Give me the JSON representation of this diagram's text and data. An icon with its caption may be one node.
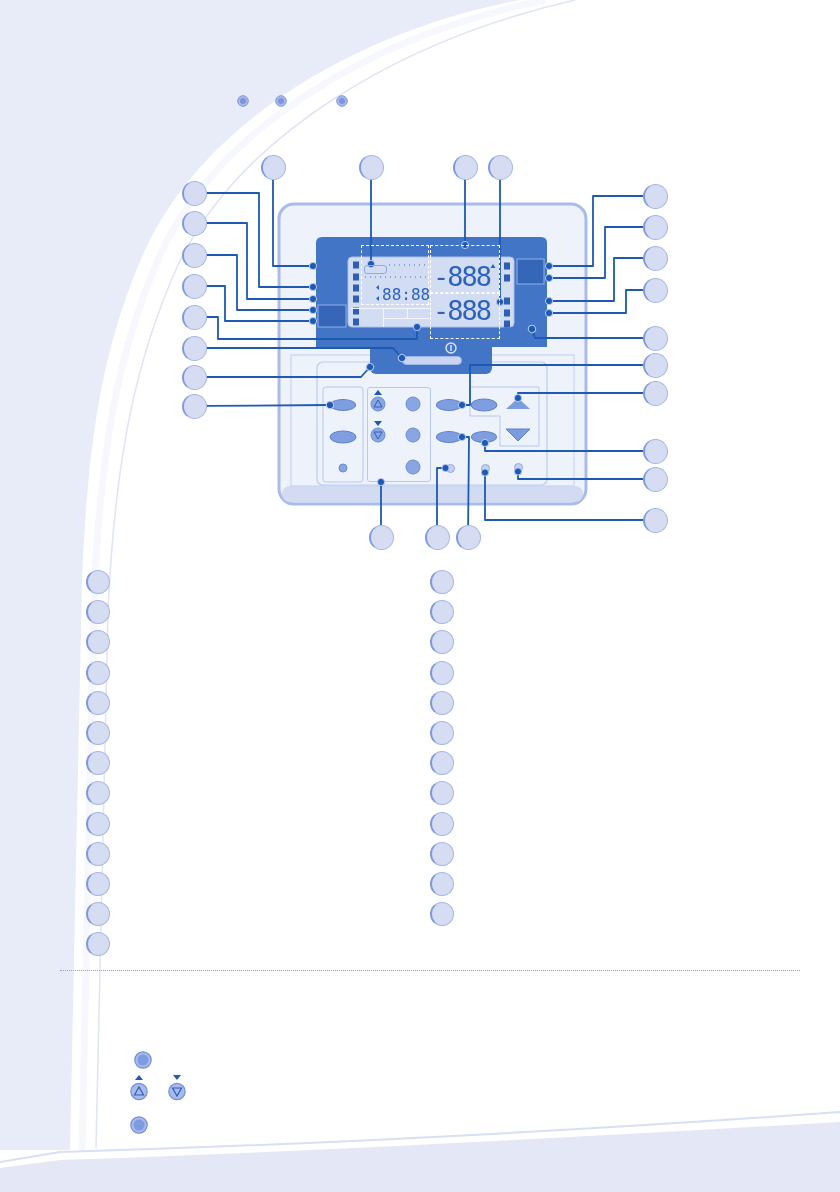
{
  "diagram": {
    "nodes": [
      {
        "text": [],
        "shape": "circle"
      },
      {
        "text": [],
        "shape": "circle"
      },
      {
        "text": [],
        "shape": "circle"
      },
      {
        "text": [],
        "shape": "circle"
      },
      {
        "text": [],
        "shape": "circle"
      },
      {
        "text": [],
        "shape": "circle"
      },
      {
        "text": [],
        "shape": "circle"
      },
      {
        "text": [],
        "shape": "circle"
      },
      {
        "text": [],
        "shape": "circle"
      },
      {
        "text": [],
        "shape": "circle"
      },
      {
        "text": [],
        "shape": "circle"
      },
      {
        "text": [],
        "shape": "circle"
      },
      {
        "text": [],
        "shape": "circle"
      },
      {
        "text": [],
        "shape": "circle"
      },
      {
        "text": [],
        "shape": "circle"
      },
      {
        "text": [],
        "shape": "circle"
      },
      {
        "text": [],
        "shape": "circle"
      },
      {
        "text": [],
        "shape": "circle"
      },
      {
        "text": [],
        "shape": "circle"
      },
      {
        "text": [],
        "shape": "circle"
      },
      {
        "text": [],
        "shape": "circle"
      },
      {
        "text": [],
        "shape": "circle"
      },
      {
        "text": [],
        "shape": "circle"
      },
      {
        "text": [],
        "shape": "circle"
      },
      {
        "text": [],
        "shape": "circle"
      },
      {
        "text": [
          "88:88"
        ]
      },
      {
        "text": [],
        "shape": "box",
        "in": 25
      },
      {
        "text": [
          "-888"
        ]
      },
      {
        "text": [
          "-888"
        ]
      },
      {
        "text": [],
        "shape": "box"
      },
      {
        "text": [],
        "shape": "box"
      },
      {
        "text": [],
        "shape": "bar",
        "in": 30
      },
      {
        "text": [],
        "shape": "box"
      },
      {
        "text": [],
        "shape": "oval"
      },
      {
        "text": [],
        "shape": "oval"
      },
      {
        "text": [],
        "shape": "oval"
      },
      {
        "text": [],
        "shape": "oval"
      },
      {
        "text": [],
        "shape": "triangle"
      },
      {
        "text": [],
        "shape": "circle"
      },
      {
        "text": [],
        "shape": "circle"
      },
      {
        "text": [],
        "shape": "circle"
      },
      {
        "text": [],
        "shape": "circle"
      },
      {
        "text": [],
        "shape": "circle"
      },
      {
        "text": [],
        "shape": "circle"
      },
      {
        "text": [],
        "shape": "circle"
      },
      {
        "text": [],
        "shape": "circle"
      },
      {
        "text": [],
        "shape": "circle"
      },
      {
        "text": [],
        "shape": "circle"
      },
      {
        "text": [],
        "shape": "circle"
      },
      {
        "text": [],
        "shape": "circle"
      },
      {
        "text": [],
        "shape": "circle"
      },
      {
        "text": [],
        "shape": "circle"
      },
      {
        "text": [],
        "shape": "circle"
      },
      {
        "text": [],
        "shape": "circle"
      },
      {
        "text": [],
        "shape": "circle"
      },
      {
        "text": [],
        "shape": "circle"
      },
      {
        "text": [],
        "shape": "circle"
      },
      {
        "text": [],
        "shape": "circle"
      },
      {
        "text": [],
        "shape": "circle"
      },
      {
        "text": [],
        "shape": "circle"
      },
      {
        "text": [],
        "shape": "circle"
      },
      {
        "text": [],
        "shape": "circle"
      },
      {
        "text": [],
        "shape": "circle"
      },
      {
        "text": [],
        "shape": "circle"
      },
      {
        "text": [],
        "shape": "circle"
      },
      {
        "text": [],
        "shape": "circle"
      }
    ],
    "edges": [
      {
        "from": 0,
        "to": null,
        "arrow": "other"
      },
      {
        "from": 1,
        "to": 26,
        "arrow": "other"
      },
      {
        "from": 2,
        "to": 27,
        "arrow": "other"
      },
      {
        "from": 3,
        "to": 28,
        "arrow": "other"
      },
      {
        "from": 4,
        "to": null,
        "arrow": "other"
      },
      {
        "from": 5,
        "to": null,
        "arrow": "other"
      },
      {
        "from": 6,
        "to": null,
        "arrow": "other"
      },
      {
        "from": 7,
        "to": null,
        "arrow": "other"
      },
      {
        "from": 8,
        "to": 29,
        "arrow": "other"
      },
      {
        "from": 9,
        "to": 31,
        "arrow": "other"
      },
      {
        "from": 10,
        "to": 30,
        "arrow": "other"
      },
      {
        "from": 11,
        "to": 33,
        "arrow": "other"
      },
      {
        "from": 12,
        "to": null,
        "arrow": "other"
      },
      {
        "from": 13,
        "to": null,
        "arrow": "other"
      },
      {
        "from": 14,
        "to": null,
        "arrow": "other"
      },
      {
        "from": 15,
        "to": null,
        "arrow": "other"
      },
      {
        "from": 16,
        "to": null,
        "arrow": "other"
      },
      {
        "from": 17,
        "to": 34,
        "arrow": "other"
      },
      {
        "from": 18,
        "to": 37,
        "arrow": "other"
      },
      {
        "from": 19,
        "to": 36,
        "arrow": "other"
      },
      {
        "from": 20,
        "to": 40,
        "arrow": "other"
      },
      {
        "from": 21,
        "to": 39,
        "arrow": "other"
      },
      {
        "from": 22,
        "to": 32,
        "arrow": "other"
      },
      {
        "from": 23,
        "to": 38,
        "arrow": "other"
      },
      {
        "from": 24,
        "to": 35,
        "arrow": "other"
      }
    ]
  }
}
